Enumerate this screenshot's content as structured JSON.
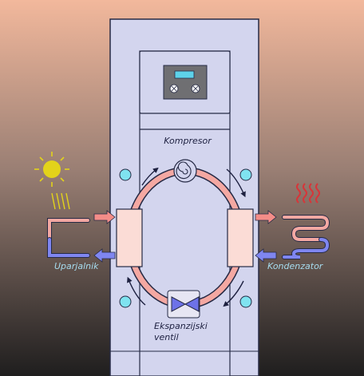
{
  "labels": {
    "compressor": "Kompresor",
    "evaporator": "Uparjalnik",
    "condenser": "Kondenzator",
    "expansion_valve_line1": "Ekspanzijski",
    "expansion_valve_line2": "ventil"
  },
  "colors": {
    "background_top": "#f2b89c",
    "background_mid": "#9a7f74",
    "background_bottom": "#1f1e1e",
    "cabinet": "#d3d5ee",
    "cabinet_stroke": "#262a45",
    "controller_display": "#5ed2ea",
    "port_circle": "#7fe3f0",
    "hot_pipe": "#f4a8a2",
    "hot_arrow": "#f48d88",
    "cold_arrow": "#7f86f0",
    "evaporator_label": "#a6dcef",
    "condenser_label": "#a6dcef",
    "sun": "#e3d31a",
    "heat_waves": "#d6363a",
    "valve": "#6d72e8"
  },
  "icons": {
    "sun": "sun-icon",
    "sun_rays": "sun-rays-icon",
    "heat_waves": "heat-waves-icon",
    "controller": "controller-icon",
    "compressor": "compressor-icon",
    "expansion_valve": "valve-icon",
    "evaporator_coil": "evaporator-coil-icon",
    "condenser_coil": "condenser-coil-icon"
  }
}
